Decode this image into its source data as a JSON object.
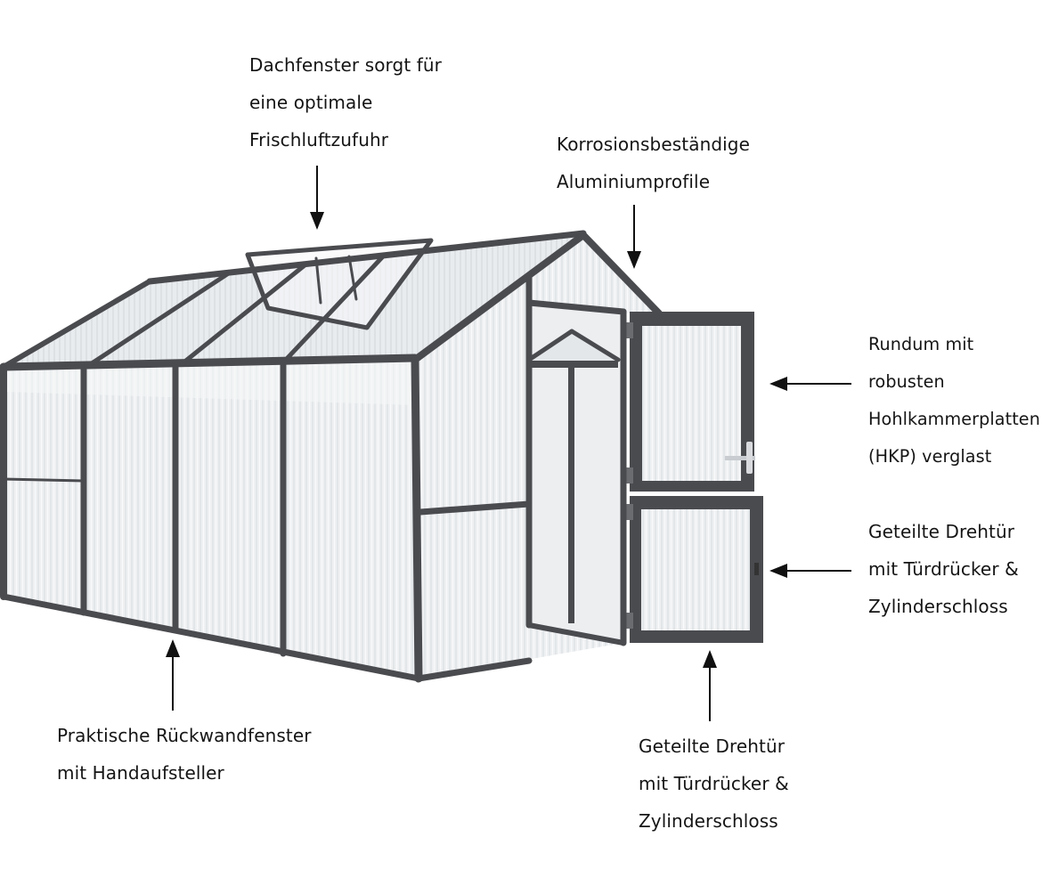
{
  "annotations": {
    "roof_window": {
      "lines": [
        "Dachfenster sorgt für",
        "eine optimale",
        "Frischluftzufuhr"
      ]
    },
    "profiles": {
      "lines": [
        "Korrosionsbeständige",
        "Aluminiumprofile"
      ]
    },
    "panels": {
      "lines": [
        "Rundum mit",
        "robusten",
        "Hohlkammerplatten",
        "(HKP) verglast"
      ]
    },
    "door_side": {
      "lines": [
        "Geteilte Drehtür",
        "mit Türdrücker &",
        "Zylinderschloss"
      ]
    },
    "door_bottom": {
      "lines": [
        "Geteilte Drehtür",
        "mit Türdrücker &",
        "Zylinderschloss"
      ]
    },
    "rear_window": {
      "lines": [
        "Praktische Rückwandfenster",
        "mit Handaufsteller"
      ]
    }
  },
  "colors": {
    "frame": "#4a4b4f",
    "panel": "#eef0f2",
    "panel_shade": "#e2e5e8",
    "text": "#151515",
    "arrow": "#111111"
  }
}
